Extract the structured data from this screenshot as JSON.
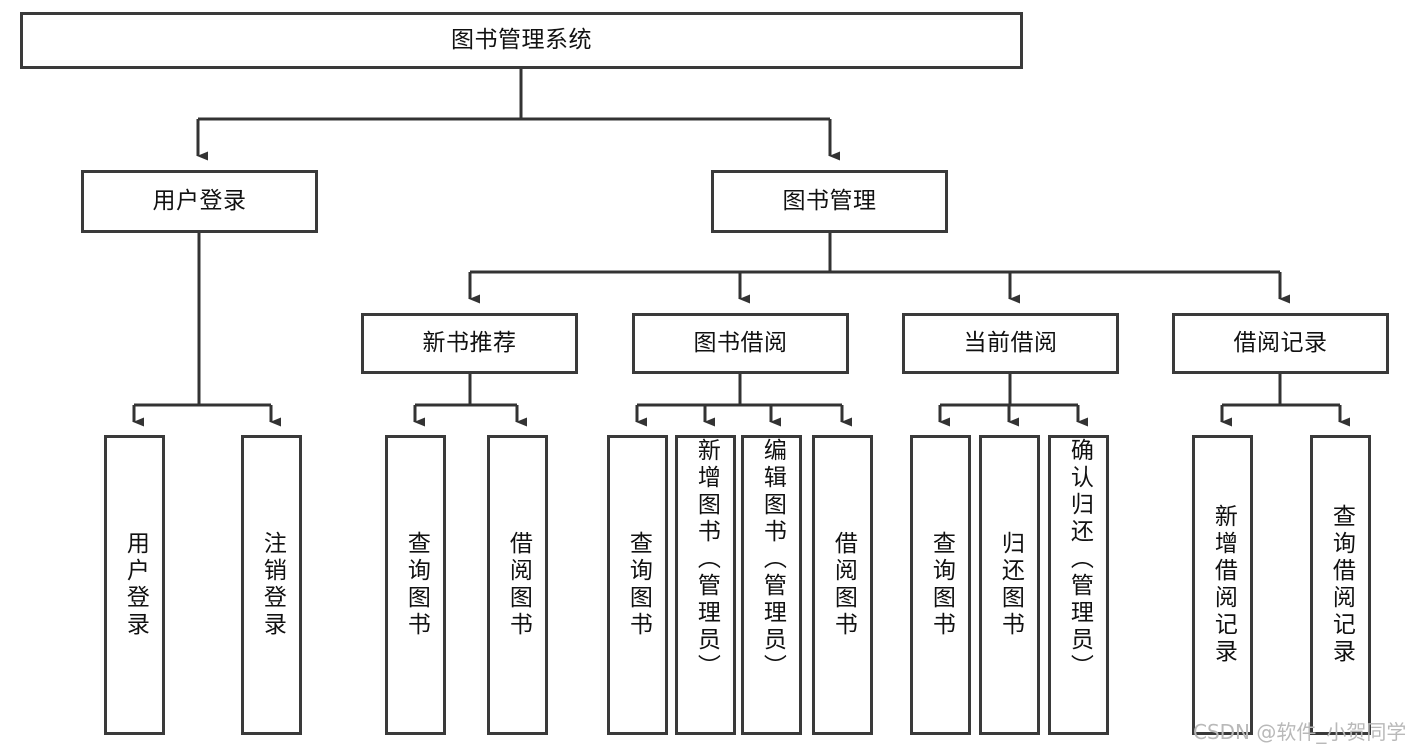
{
  "diagram": {
    "type": "tree",
    "title": "图书管理系统",
    "orientation": "top-down",
    "style": {
      "box_border_color": "#3a3a3a",
      "box_fill": "#ffffff",
      "line_color": "#3a3a3a",
      "text_color": "#111111",
      "background": "#ffffff"
    },
    "root": {
      "label": "图书管理系统",
      "children": [
        {
          "label": "用户登录",
          "children": [
            {
              "label": "用户登录"
            },
            {
              "label": "注销登录"
            }
          ]
        },
        {
          "label": "图书管理",
          "children": [
            {
              "label": "新书推荐",
              "children": [
                {
                  "label": "查询图书"
                },
                {
                  "label": "借阅图书"
                }
              ]
            },
            {
              "label": "图书借阅",
              "children": [
                {
                  "label": "查询图书"
                },
                {
                  "label": "新增图书（管理员）"
                },
                {
                  "label": "编辑图书（管理员）"
                },
                {
                  "label": "借阅图书"
                }
              ]
            },
            {
              "label": "当前借阅",
              "children": [
                {
                  "label": "查询图书"
                },
                {
                  "label": "归还图书"
                },
                {
                  "label": "确认归还（管理员）"
                }
              ]
            },
            {
              "label": "借阅记录",
              "children": [
                {
                  "label": "新增借阅记录"
                },
                {
                  "label": "查询借阅记录"
                }
              ]
            }
          ]
        }
      ]
    }
  },
  "nodes": {
    "root": "图书管理系统",
    "user_login": "用户登录",
    "book_manage": "图书管理",
    "new_book_rec": "新书推荐",
    "book_borrow": "图书借阅",
    "current_borrow": "当前借阅",
    "borrow_record": "借阅记录",
    "leaf_user_login": "用户登录",
    "leaf_logout": "注销登录",
    "leaf_rec_query": "查询图书",
    "leaf_rec_borrow": "借阅图书",
    "leaf_borrow_query": "查询图书",
    "leaf_borrow_add": "新增图书（管理员）",
    "leaf_borrow_edit": "编辑图书（管理员）",
    "leaf_borrow_borrow": "借阅图书",
    "leaf_cur_query": "查询图书",
    "leaf_cur_return": "归还图书",
    "leaf_cur_confirm": "确认归还（管理员）",
    "leaf_rec_add": "新增借阅记录",
    "leaf_rec_search": "查询借阅记录"
  },
  "watermark": {
    "text": "CSDN @软件_小贺同学"
  }
}
